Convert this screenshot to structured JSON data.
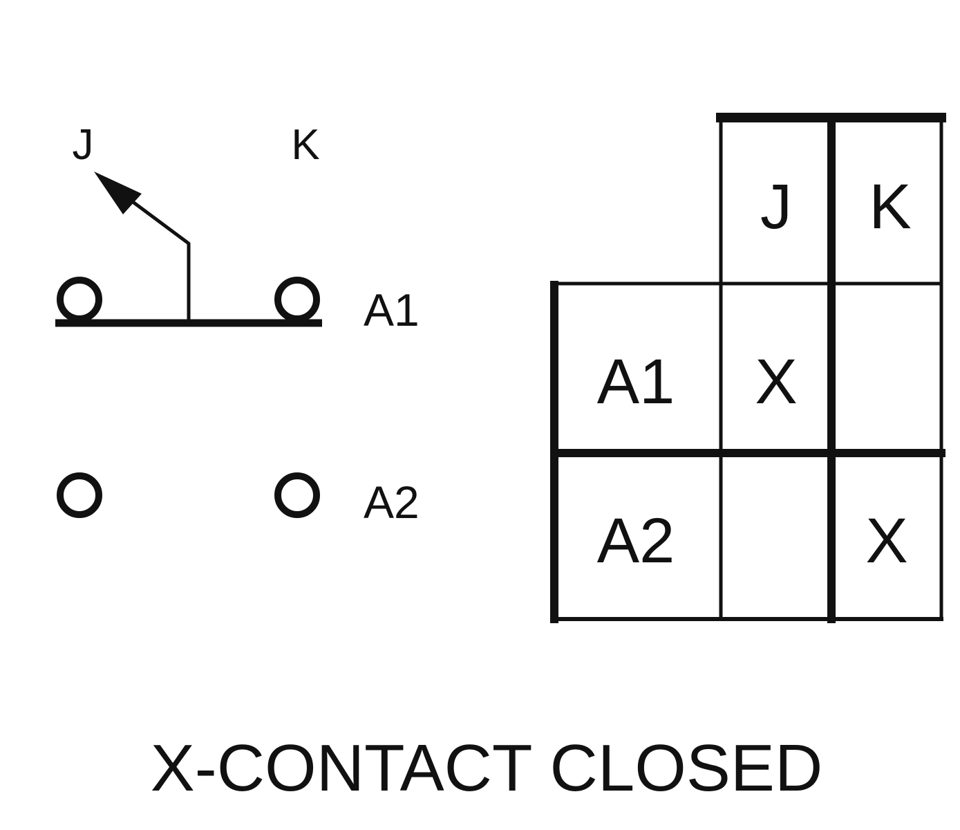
{
  "schematic": {
    "terminal_left": "J",
    "terminal_right": "K",
    "position_1": "A1",
    "position_2": "A2"
  },
  "truth_table": {
    "columns": [
      "J",
      "K"
    ],
    "rows": [
      {
        "label": "A1",
        "cells": [
          "X",
          ""
        ]
      },
      {
        "label": "A2",
        "cells": [
          "",
          "X"
        ]
      }
    ]
  },
  "caption": "X-CONTACT CLOSED",
  "colors": {
    "ink": "#111111",
    "background": "#ffffff"
  }
}
